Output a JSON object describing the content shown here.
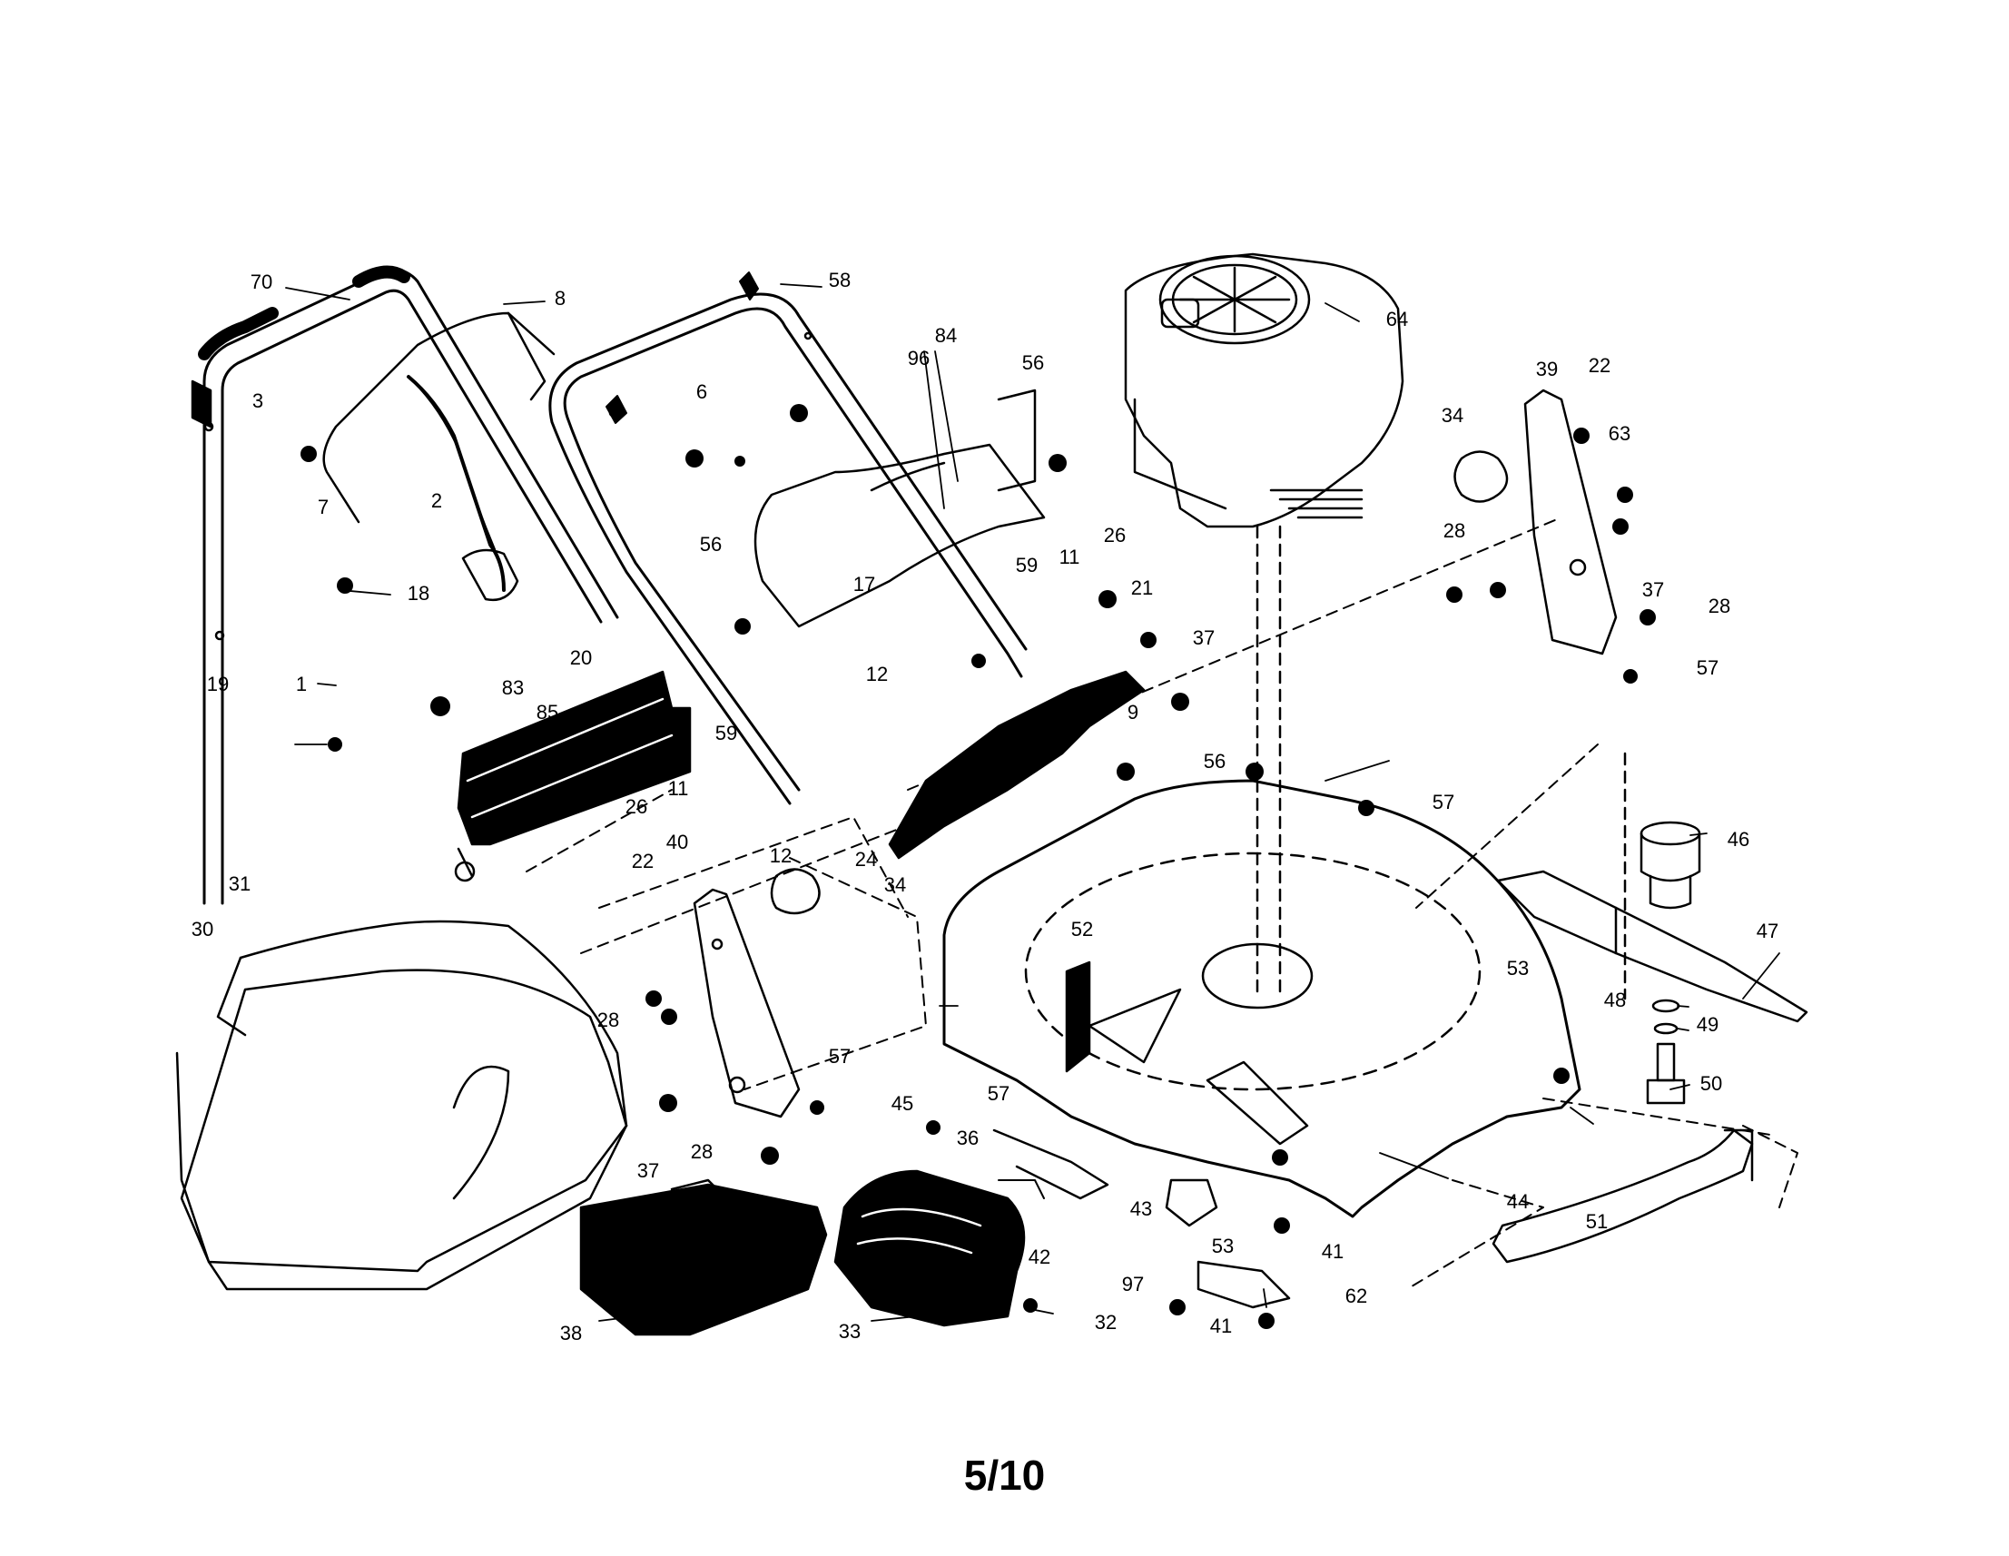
{
  "diagram": {
    "labels": [
      "70",
      "8",
      "58",
      "84",
      "96",
      "6",
      "64",
      "3",
      "7",
      "2",
      "56",
      "56",
      "17",
      "34",
      "39",
      "22",
      "63",
      "28",
      "37",
      "28",
      "57",
      "18",
      "19",
      "1",
      "59",
      "11",
      "26",
      "21",
      "12",
      "83",
      "85",
      "20",
      "9",
      "37",
      "56",
      "59",
      "11",
      "26",
      "24",
      "57",
      "46",
      "47",
      "12",
      "34",
      "22",
      "40",
      "31",
      "30",
      "52",
      "53",
      "48",
      "49",
      "50",
      "28",
      "57",
      "57",
      "45",
      "36",
      "37",
      "28",
      "42",
      "43",
      "53",
      "41",
      "44",
      "51",
      "97",
      "62",
      "38",
      "33",
      "32",
      "41"
    ],
    "colors": {
      "ink": "#000000",
      "paper": "#ffffff"
    }
  },
  "page_number": "5/10"
}
